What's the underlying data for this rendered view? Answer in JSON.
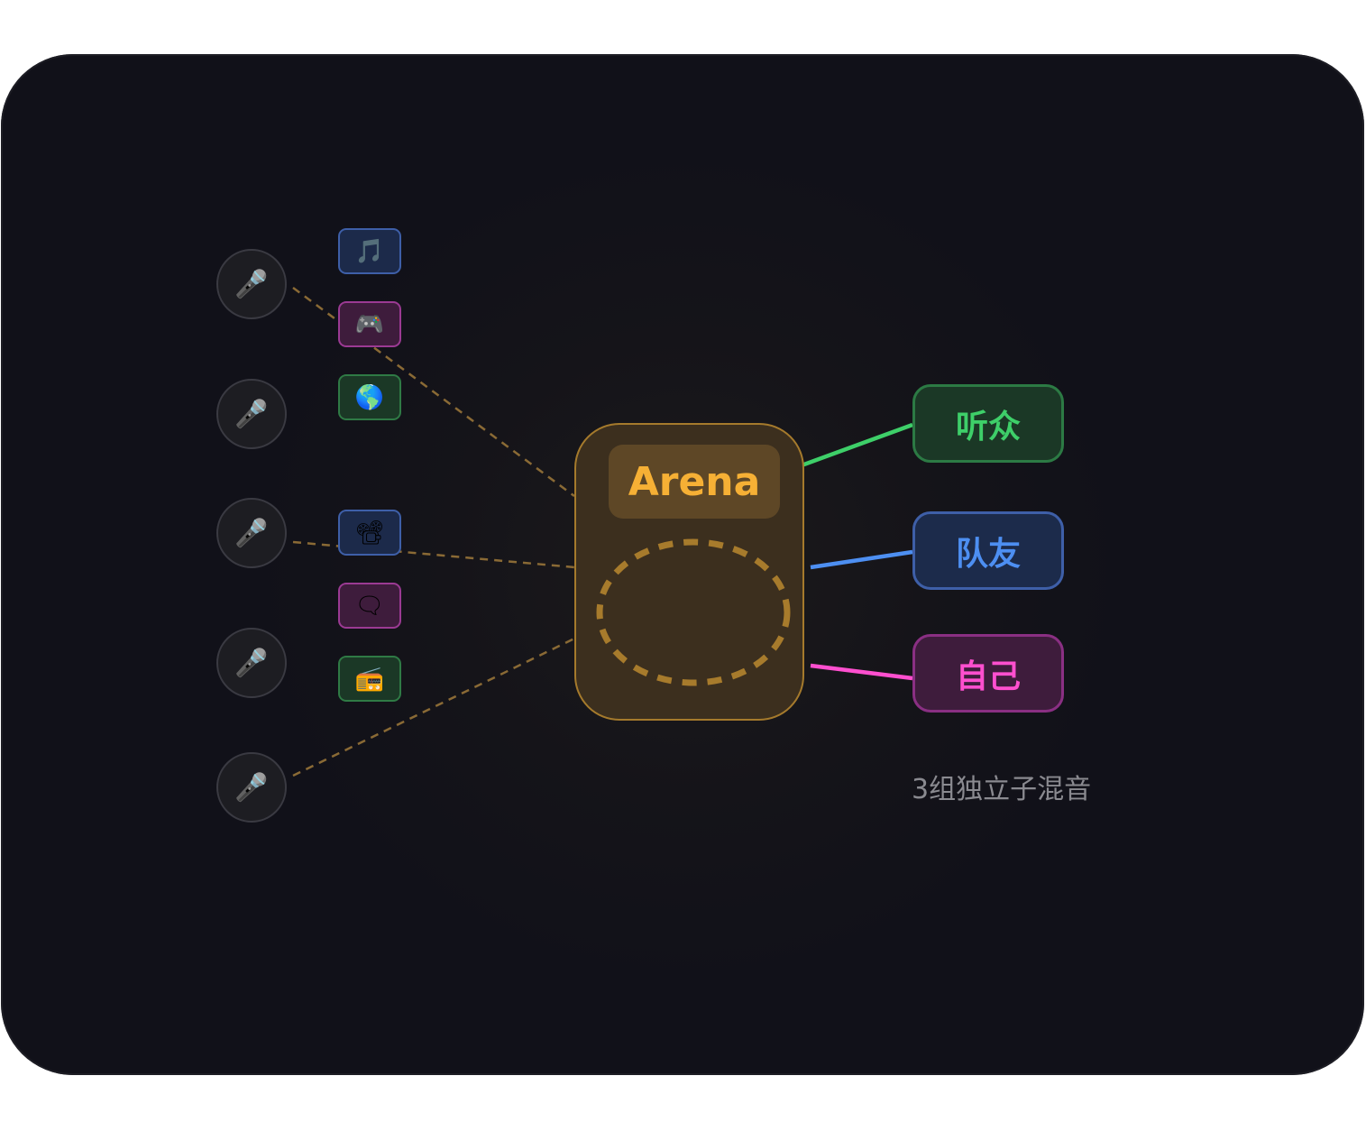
{
  "arena": {
    "label": "Arena"
  },
  "inputs": {
    "mics": [
      {
        "icon": "microphone-icon",
        "glyph": "🎤"
      },
      {
        "icon": "microphone-icon",
        "glyph": "🎤"
      },
      {
        "icon": "microphone-icon",
        "glyph": "🎤"
      },
      {
        "icon": "microphone-icon",
        "glyph": "🎤"
      },
      {
        "icon": "microphone-icon",
        "glyph": "🎤"
      }
    ],
    "sources": [
      {
        "icon": "music-note-icon",
        "glyph": "🎵",
        "color": "#3e5fa8"
      },
      {
        "icon": "game-controller-icon",
        "glyph": "🎮",
        "color": "#9b3a93"
      },
      {
        "icon": "globe-icon",
        "glyph": "🌎",
        "color": "#2f7a45"
      },
      {
        "icon": "film-projector-icon",
        "glyph": "📽",
        "color": "#3e5fa8"
      },
      {
        "icon": "speech-bubble-icon",
        "glyph": "🗨",
        "color": "#9b3a93"
      },
      {
        "icon": "radio-icon",
        "glyph": "📻",
        "color": "#2f7a45"
      }
    ]
  },
  "submixes": [
    {
      "label": "听众",
      "color": "#3ecf69"
    },
    {
      "label": "队友",
      "color": "#4d8ff2"
    },
    {
      "label": "自己",
      "color": "#ff4fcf"
    }
  ],
  "caption": "3组独立子混音",
  "colors": {
    "link_dashed": "#8a6a35",
    "arena_border": "#a57a2c",
    "arena_ring": "#a77b2c"
  }
}
